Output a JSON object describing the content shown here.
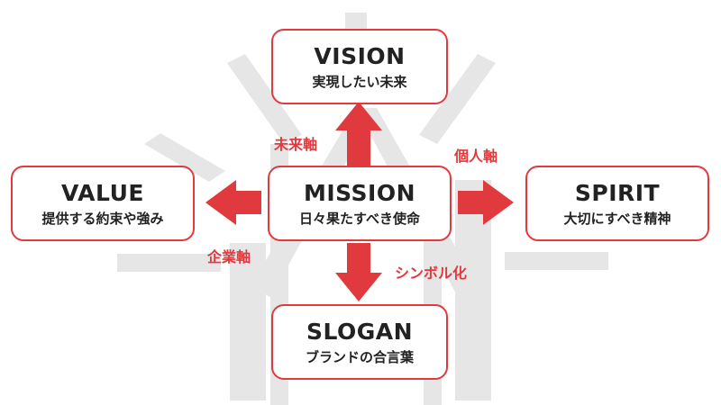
{
  "colors": {
    "accent": "#e03a3e",
    "background_mark": "#e6e6e6",
    "text": "#222222"
  },
  "nodes": {
    "vision": {
      "title": "VISION",
      "subtitle": "実現したい未来"
    },
    "mission": {
      "title": "MISSION",
      "subtitle": "日々果たすべき使命"
    },
    "value": {
      "title": "VALUE",
      "subtitle": "提供する約束や強み"
    },
    "spirit": {
      "title": "SPIRIT",
      "subtitle": "大切にすべき精神"
    },
    "slogan": {
      "title": "SLOGAN",
      "subtitle": "ブランドの合言葉"
    }
  },
  "edges": {
    "to_vision": "未来軸",
    "to_spirit": "個人軸",
    "to_value": "企業軸",
    "to_slogan": "シンボル化"
  }
}
